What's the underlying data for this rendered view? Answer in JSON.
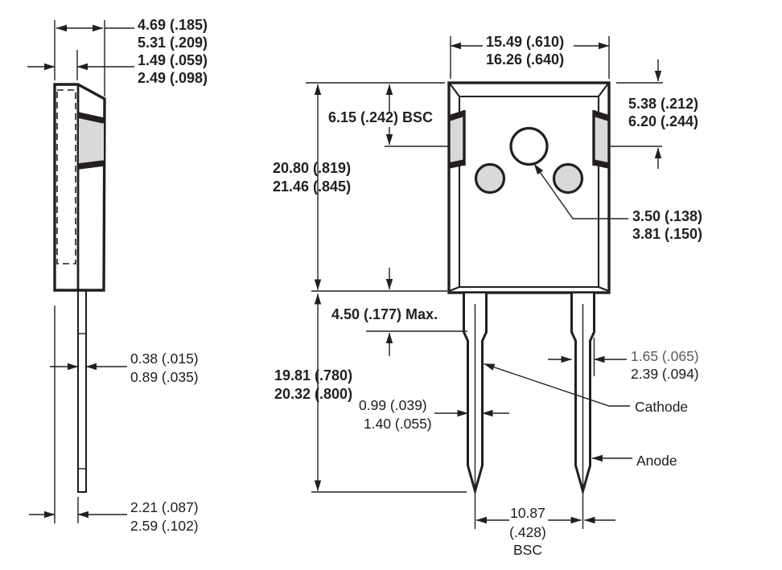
{
  "colors": {
    "ink": "#231f20",
    "gray_fill": "#d9d9d9",
    "background": "#ffffff"
  },
  "drawing": {
    "side_view": {
      "body_thickness": [
        "4.69 (.185)",
        "5.31 (.209)"
      ],
      "base_thickness": [
        "1.49 (.059)",
        "2.49 (.098)"
      ],
      "lead_thickness": [
        "0.38 (.015)",
        "0.89 (.035)"
      ],
      "lead_setback": [
        "2.21 (.087)",
        "2.59 (.102)"
      ]
    },
    "front_view": {
      "body_width": [
        "15.49 (.610)",
        "16.26 (.640)"
      ],
      "hole_center_from_top": "6.15 (.242) BSC",
      "body_height": [
        "20.80 (.819)",
        "21.46 (.845)"
      ],
      "tab_to_hole_center": [
        "5.38 (.212)",
        "6.20 (.244)"
      ],
      "hole_diameter": [
        "3.50 (.138)",
        "3.81 (.150)"
      ],
      "shoulder_length": "4.50 (.177) Max.",
      "lead_length": [
        "19.81 (.780)",
        "20.32 (.800)"
      ],
      "lead_thickness_narrow": [
        "0.99 (.039)",
        "1.40 (.055)"
      ],
      "lead_width": [
        "1.65 (.065)",
        "2.39 (.094)"
      ],
      "lead_pitch": [
        "10.87",
        "(.428)",
        "BSC"
      ],
      "pin_labels": {
        "cathode": "Cathode",
        "anode": "Anode"
      }
    }
  }
}
